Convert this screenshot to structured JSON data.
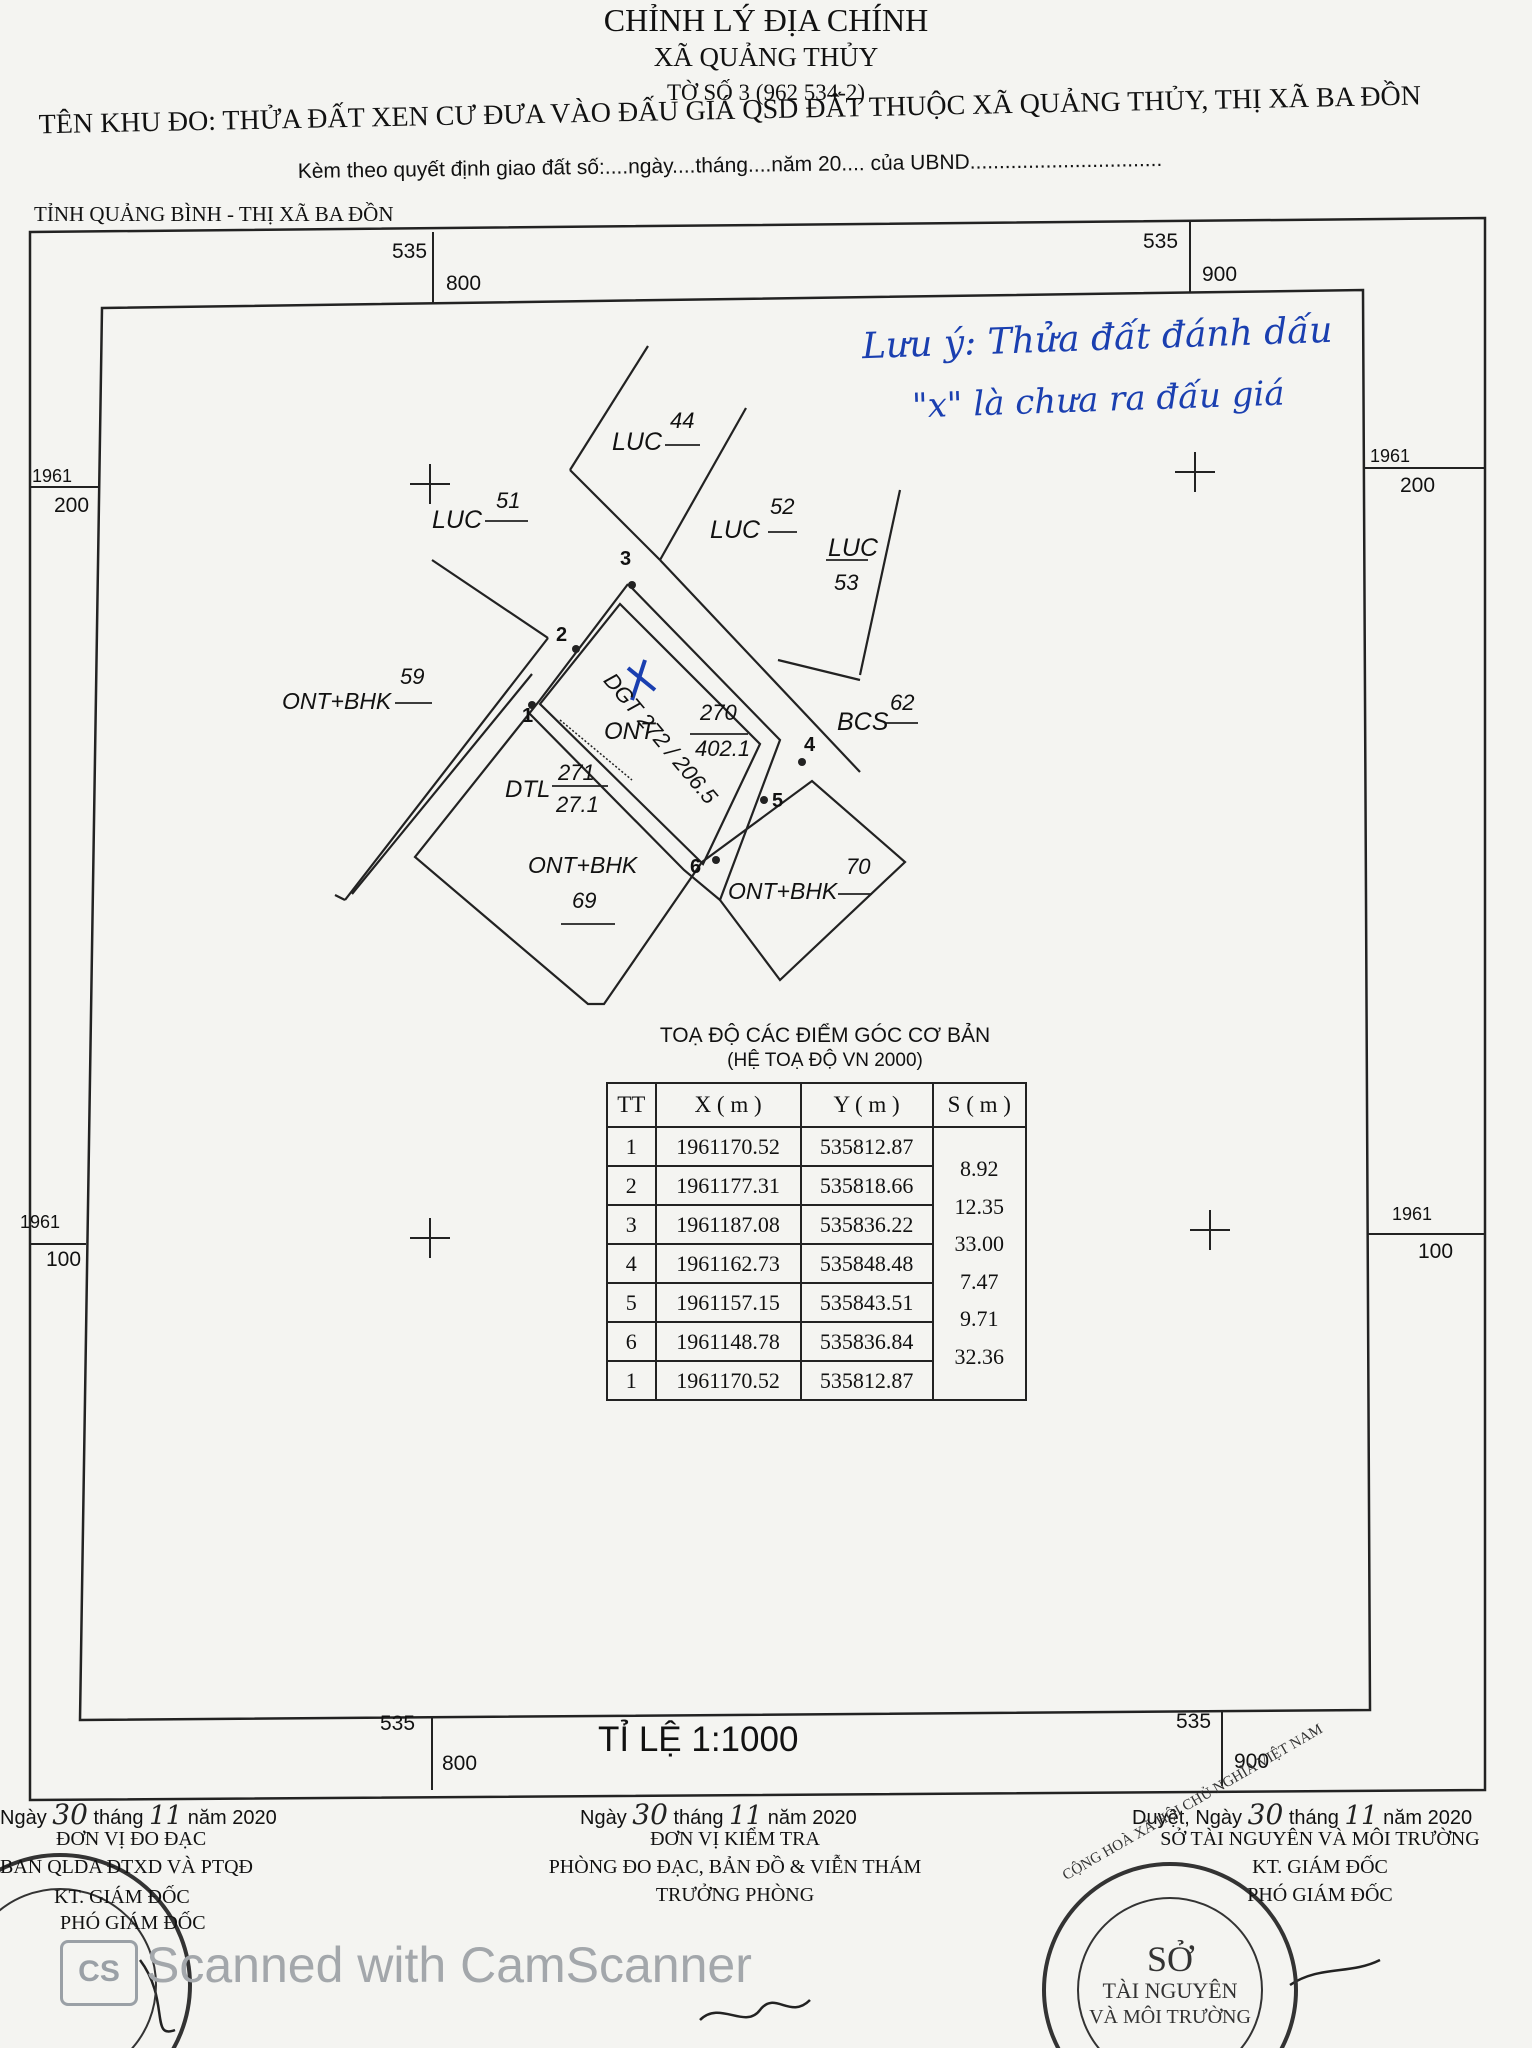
{
  "header": {
    "title": "CHỈNH LÝ ĐỊA CHÍNH",
    "commune": "XÃ QUẢNG THỦY",
    "sheet": "TỜ SỐ 3 (962 534-2)",
    "area_name": "TÊN KHU ĐO: THỬA ĐẤT XEN CƯ ĐƯA VÀO ĐẤU GIÁ QSD ĐẤT THUỘC XÃ QUẢNG THỦY, THỊ XÃ BA ĐỒN",
    "decision": "Kèm theo quyết định giao đất số:....ngày....tháng....năm 20.... của UBND.................................",
    "province": "TỈNH QUẢNG BÌNH - THỊ XÃ BA ĐỒN"
  },
  "grid_labels": {
    "top_left_a": "535",
    "top_left_b": "800",
    "top_right_a": "535",
    "top_right_b": "900",
    "left_top_a": "1961",
    "left_top_b": "200",
    "right_top_a": "1961",
    "right_top_b": "200",
    "left_mid_a": "1961",
    "left_mid_b": "100",
    "right_mid_a": "1961",
    "right_mid_b": "100",
    "bottom_left_a": "535",
    "bottom_left_b": "800",
    "bottom_right_a": "535",
    "bottom_right_b": "900"
  },
  "note": {
    "line1": "Lưu ý: Thửa đất đánh dấu",
    "line2": "\"x\" là chưa ra đấu giá"
  },
  "parcels": {
    "luc44": {
      "type": "LUC",
      "no": "44"
    },
    "luc51": {
      "type": "LUC",
      "no": "51"
    },
    "luc52": {
      "type": "LUC",
      "no": "52"
    },
    "luc53": {
      "type": "LUC",
      "no": "53"
    },
    "ont59": {
      "type": "ONT+BHK",
      "no": "59"
    },
    "bcs62": {
      "type": "BCS",
      "no": "62"
    },
    "ont270": {
      "type": "ONT",
      "no": "270",
      "area": "402.1"
    },
    "dtl271": {
      "type": "DTL",
      "no": "271",
      "area": "27.1"
    },
    "ont69": {
      "type": "ONT+BHK",
      "no": "69"
    },
    "ont70": {
      "type": "ONT+BHK",
      "no": "70"
    },
    "road": "DGT 272 / 206.5",
    "mark": "X"
  },
  "points": [
    "1",
    "2",
    "3",
    "4",
    "5",
    "6"
  ],
  "table": {
    "title": "TOẠ ĐỘ CÁC ĐIỂM GÓC CƠ BẢN",
    "subtitle": "(HỆ TOẠ ĐỘ VN 2000)",
    "headers": [
      "TT",
      "X ( m )",
      "Y ( m )",
      "S ( m )"
    ],
    "rows": [
      {
        "tt": "1",
        "x": "1961170.52",
        "y": "535812.87"
      },
      {
        "tt": "2",
        "x": "1961177.31",
        "y": "535818.66"
      },
      {
        "tt": "3",
        "x": "1961187.08",
        "y": "535836.22"
      },
      {
        "tt": "4",
        "x": "1961162.73",
        "y": "535848.48"
      },
      {
        "tt": "5",
        "x": "1961157.15",
        "y": "535843.51"
      },
      {
        "tt": "6",
        "x": "1961148.78",
        "y": "535836.84"
      },
      {
        "tt": "1",
        "x": "1961170.52",
        "y": "535812.87"
      }
    ],
    "distances": [
      "8.92",
      "12.35",
      "33.00",
      "7.47",
      "9.71",
      "32.36"
    ]
  },
  "scale": "TỈ LỆ 1:1000",
  "signatures": {
    "left": {
      "date_prefix": "Ngày",
      "day": "30",
      "month_word": "tháng",
      "month": "11",
      "year": "năm 2020",
      "unit": "ĐƠN VỊ ĐO ĐẠC",
      "org": "BAN QLDA ĐTXD VÀ PTQĐ",
      "role1": "KT. GIÁM ĐỐC",
      "role2": "PHÓ GIÁM ĐỐC"
    },
    "middle": {
      "date_prefix": "Ngày",
      "day": "30",
      "month_word": "tháng",
      "month": "11",
      "year": "năm 2020",
      "unit": "ĐƠN VỊ KIỂM TRA",
      "org": "PHÒNG ĐO ĐẠC, BẢN ĐỒ & VIỄN THÁM",
      "role1": "TRƯỞNG PHÒNG"
    },
    "right": {
      "date_prefix": "Duyệt, Ngày",
      "day": "30",
      "month_word": "tháng",
      "month": "11",
      "year": "năm 2020",
      "org": "SỞ TÀI NGUYÊN VÀ MÔI TRƯỜNG",
      "role1": "KT. GIÁM ĐỐC",
      "role2": "PHÓ GIÁM ĐỐC"
    }
  },
  "stamp_right": {
    "line1": "SỞ",
    "line2": "TÀI NGUYÊN",
    "line3": "VÀ MÔI TRƯỜNG",
    "ring": "CỘNG HOÀ XÃ HỘI CHỦ NGHĨA VIỆT NAM"
  },
  "watermark": "Scanned with CamScanner",
  "watermark_logo": "CS"
}
